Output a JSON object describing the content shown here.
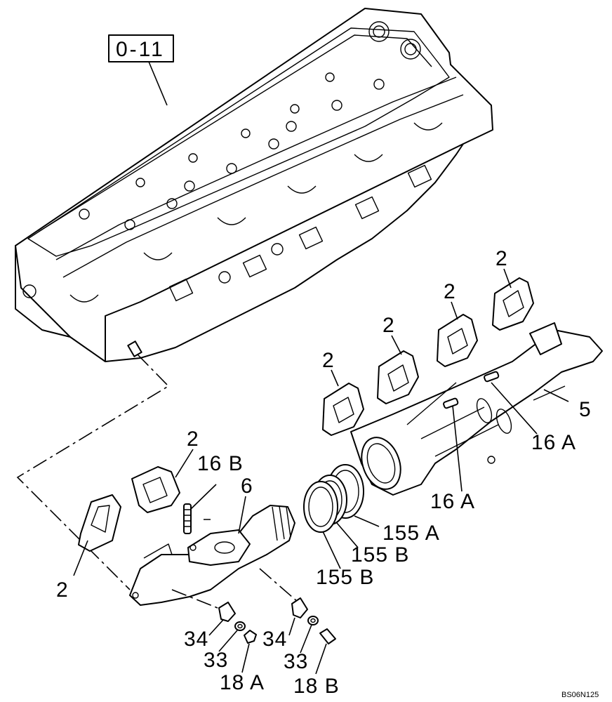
{
  "diagram": {
    "reference_box": "0-11",
    "drawing_code": "BS06N125",
    "callouts": {
      "gasket_a": "2",
      "gasket_b": "2",
      "gasket_c": "2",
      "gasket_d": "2",
      "gasket_e": "2",
      "gasket_f": "2",
      "manifold_rear": "5",
      "manifold_front": "6",
      "stud_16a_upper": "16 A",
      "stud_16a_lower": "16 A",
      "stud_16b": "16 B",
      "seal_155a": "155 A",
      "seal_155b_upper": "155 B",
      "seal_155b_lower": "155 B",
      "spacer_34_left": "34",
      "spacer_34_right": "34",
      "washer_33_left": "33",
      "washer_33_right": "33",
      "nut_18a": "18 A",
      "bolt_18b": "18 B"
    }
  }
}
